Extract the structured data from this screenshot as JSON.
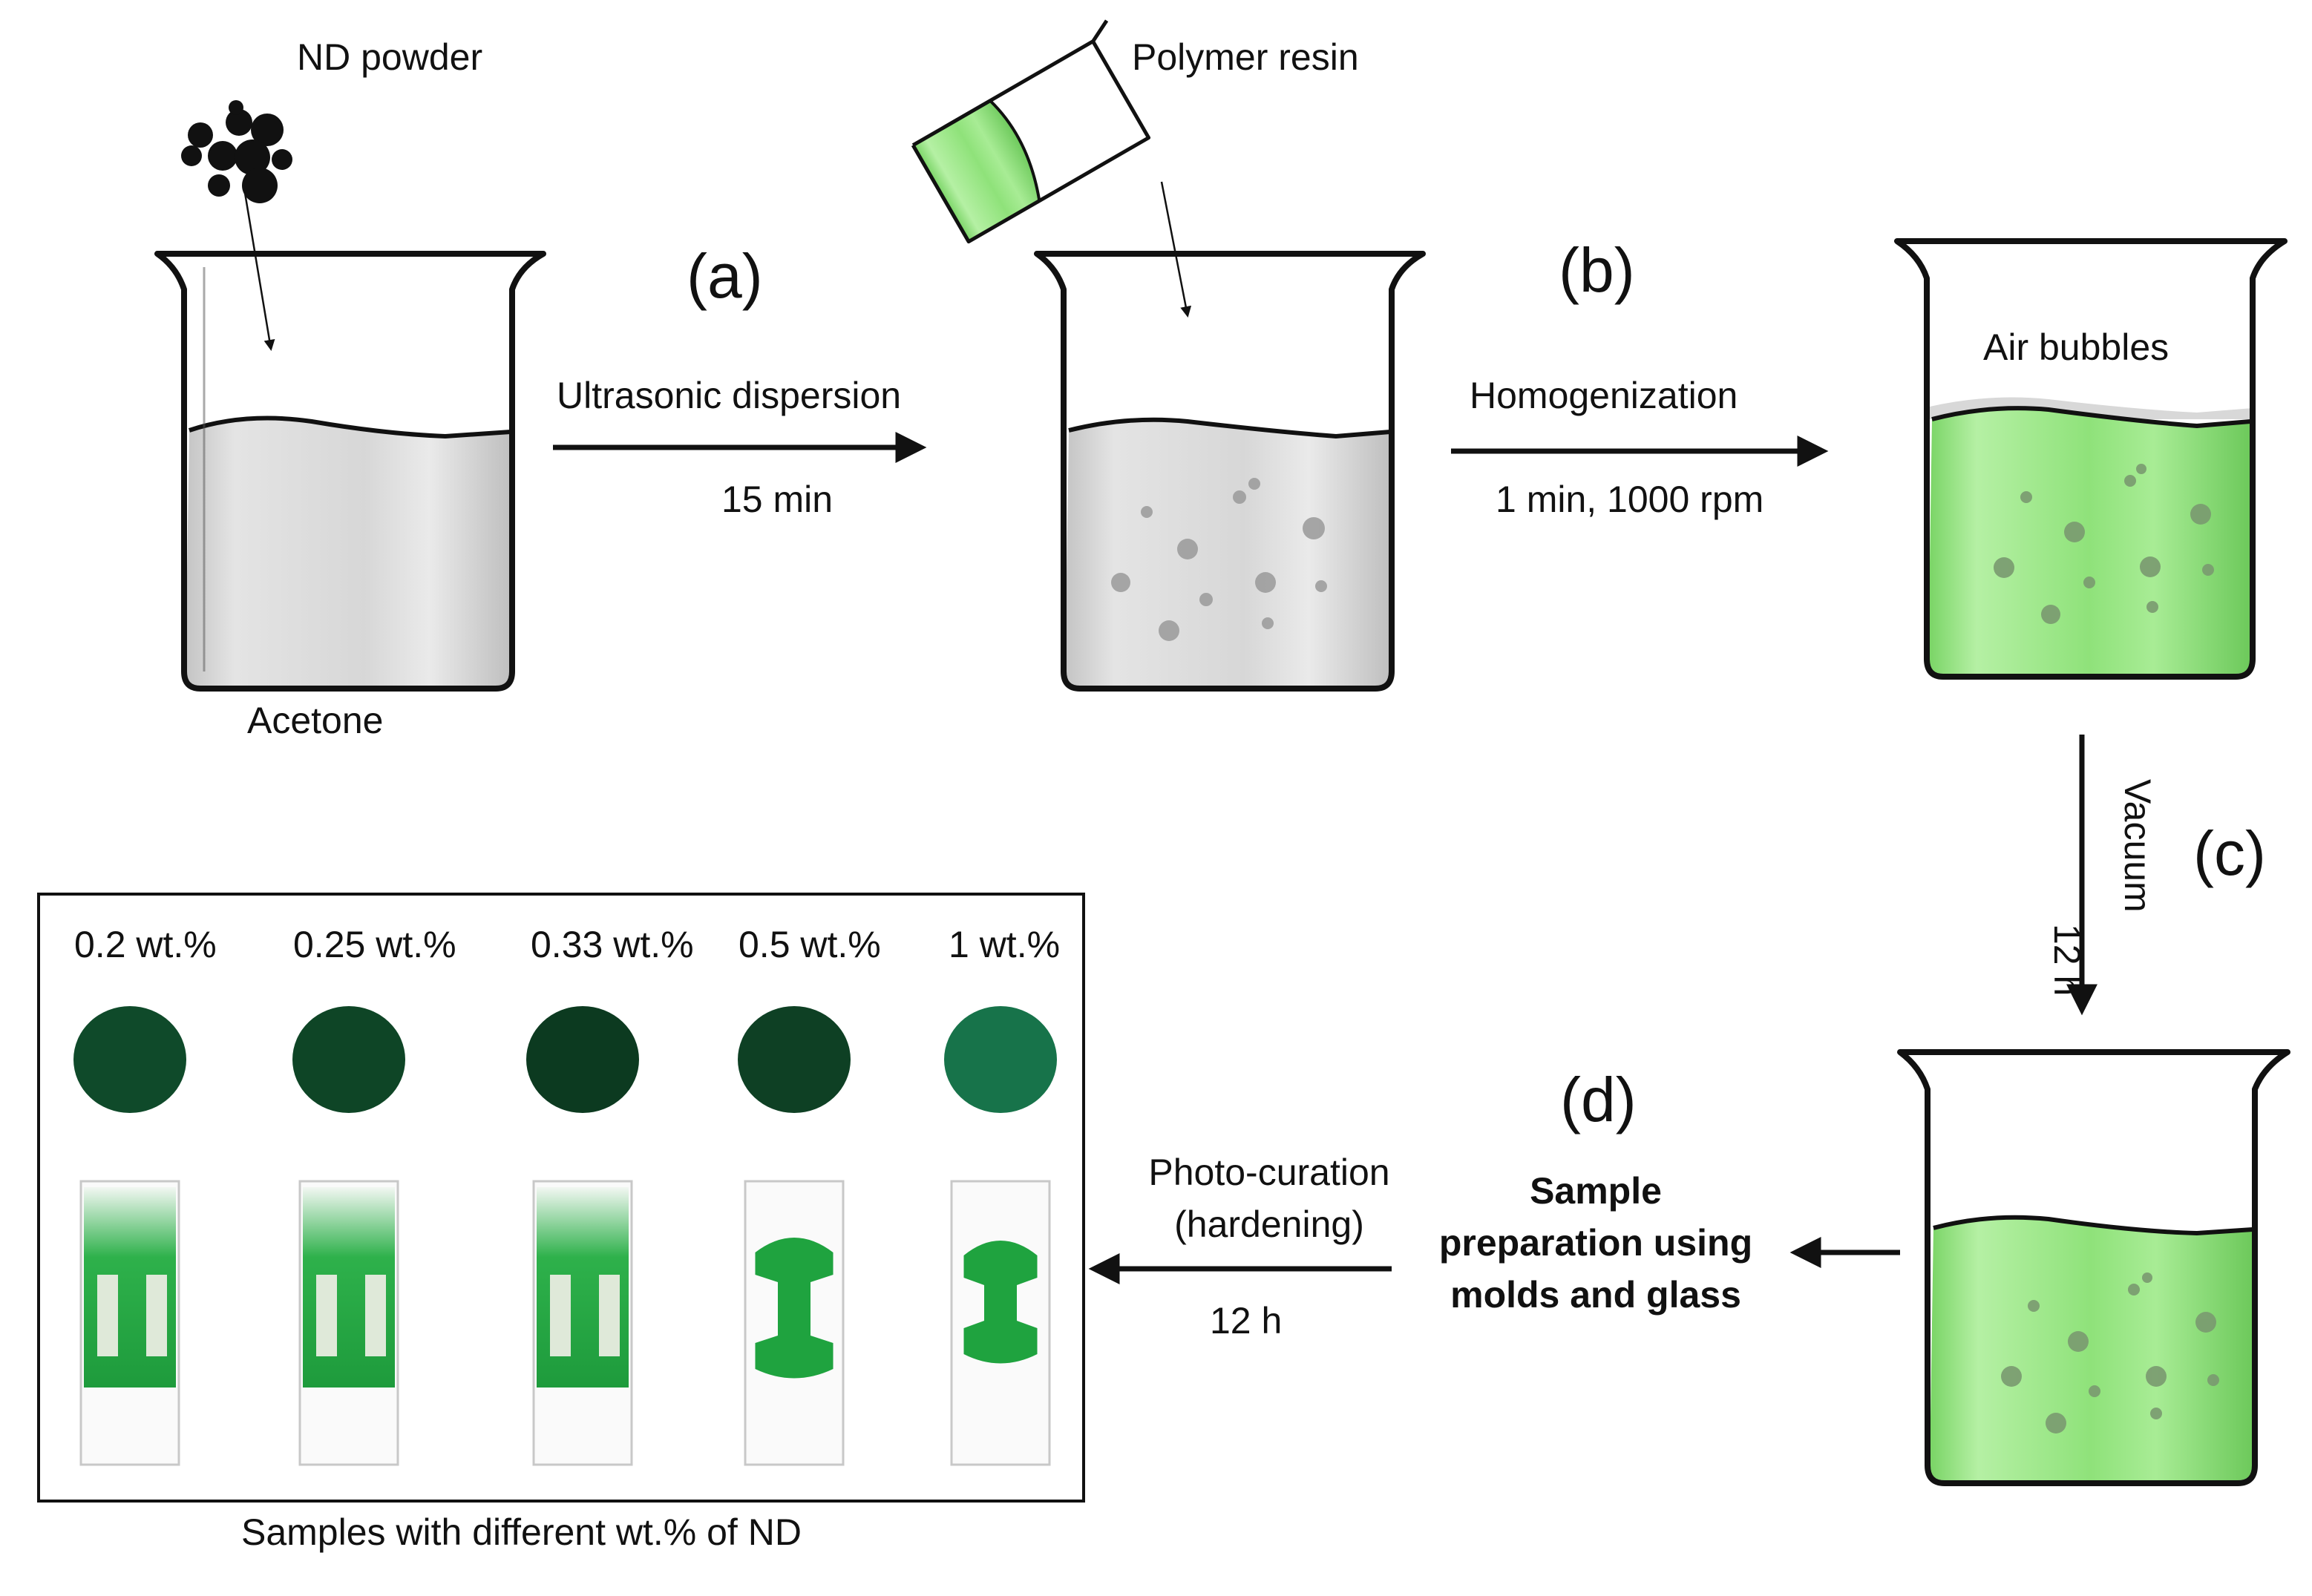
{
  "labels": {
    "nd_powder": "ND powder",
    "acetone": "Acetone",
    "polymer_resin": "Polymer resin",
    "air_bubbles": "Air bubbles"
  },
  "steps": {
    "a": {
      "tag": "(a)",
      "line1": "Ultrasonic dispersion",
      "line2": "15 min"
    },
    "b": {
      "tag": "(b)",
      "line1": "Homogenization",
      "line2": "1 min, 1000 rpm"
    },
    "c": {
      "tag": "(c)",
      "line1": "Vacuum",
      "line2": "12 h"
    },
    "d": {
      "tag": "(d)",
      "line1": "Sample",
      "line2": "preparation using",
      "line3": "molds and glass"
    },
    "e": {
      "line1": "Photo-curation",
      "line2": "(hardening)",
      "line3": "12 h"
    }
  },
  "samples": {
    "caption": "Samples with different wt.% of ND",
    "items": [
      {
        "label": "0.2 wt.%",
        "fill": 1.0,
        "disk_color": "#0f4a2a"
      },
      {
        "label": "0.25 wt.%",
        "fill": 1.0,
        "disk_color": "#0e4526"
      },
      {
        "label": "0.33 wt.%",
        "fill": 1.0,
        "disk_color": "#0c3a20"
      },
      {
        "label": "0.5 wt.%",
        "fill": 0.55,
        "disk_color": "#0e4024"
      },
      {
        "label": "1 wt.%",
        "fill": 0.45,
        "disk_color": "#17734a"
      }
    ]
  },
  "colors": {
    "acetone": "#d6d6d6",
    "resin": "#8fe27a",
    "sample_green": "#1fa33f",
    "outline": "#111111"
  }
}
